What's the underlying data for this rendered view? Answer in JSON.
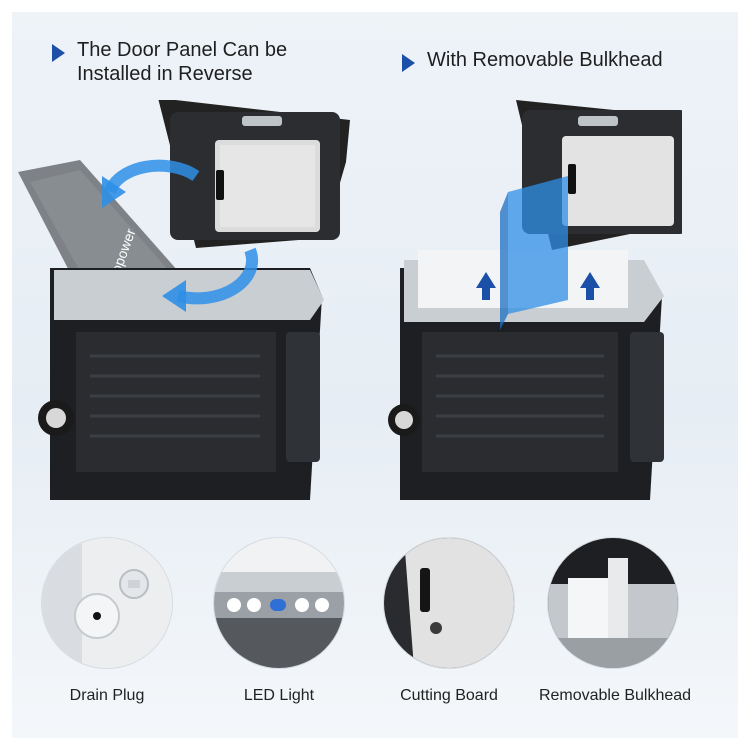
{
  "left_feature": {
    "heading_line1": "The Door Panel Can be",
    "heading_line2": "Installed in Reverse",
    "brand_logo": "acopower"
  },
  "right_feature": {
    "heading": "With Removable Bulkhead"
  },
  "details": [
    {
      "label": "Drain Plug"
    },
    {
      "label": "LED Light"
    },
    {
      "label": "Cutting Board"
    },
    {
      "label": "Removable Bulkhead"
    }
  ],
  "colors": {
    "accent": "#1c4fa8",
    "highlight_blue": "#2f8fe6",
    "cooler_body": "#1d1f22",
    "cooler_trim": "#c9ced3"
  },
  "icons": [
    "triangle-bullet-icon",
    "rotate-arrow-icon",
    "up-arrow-icon"
  ]
}
